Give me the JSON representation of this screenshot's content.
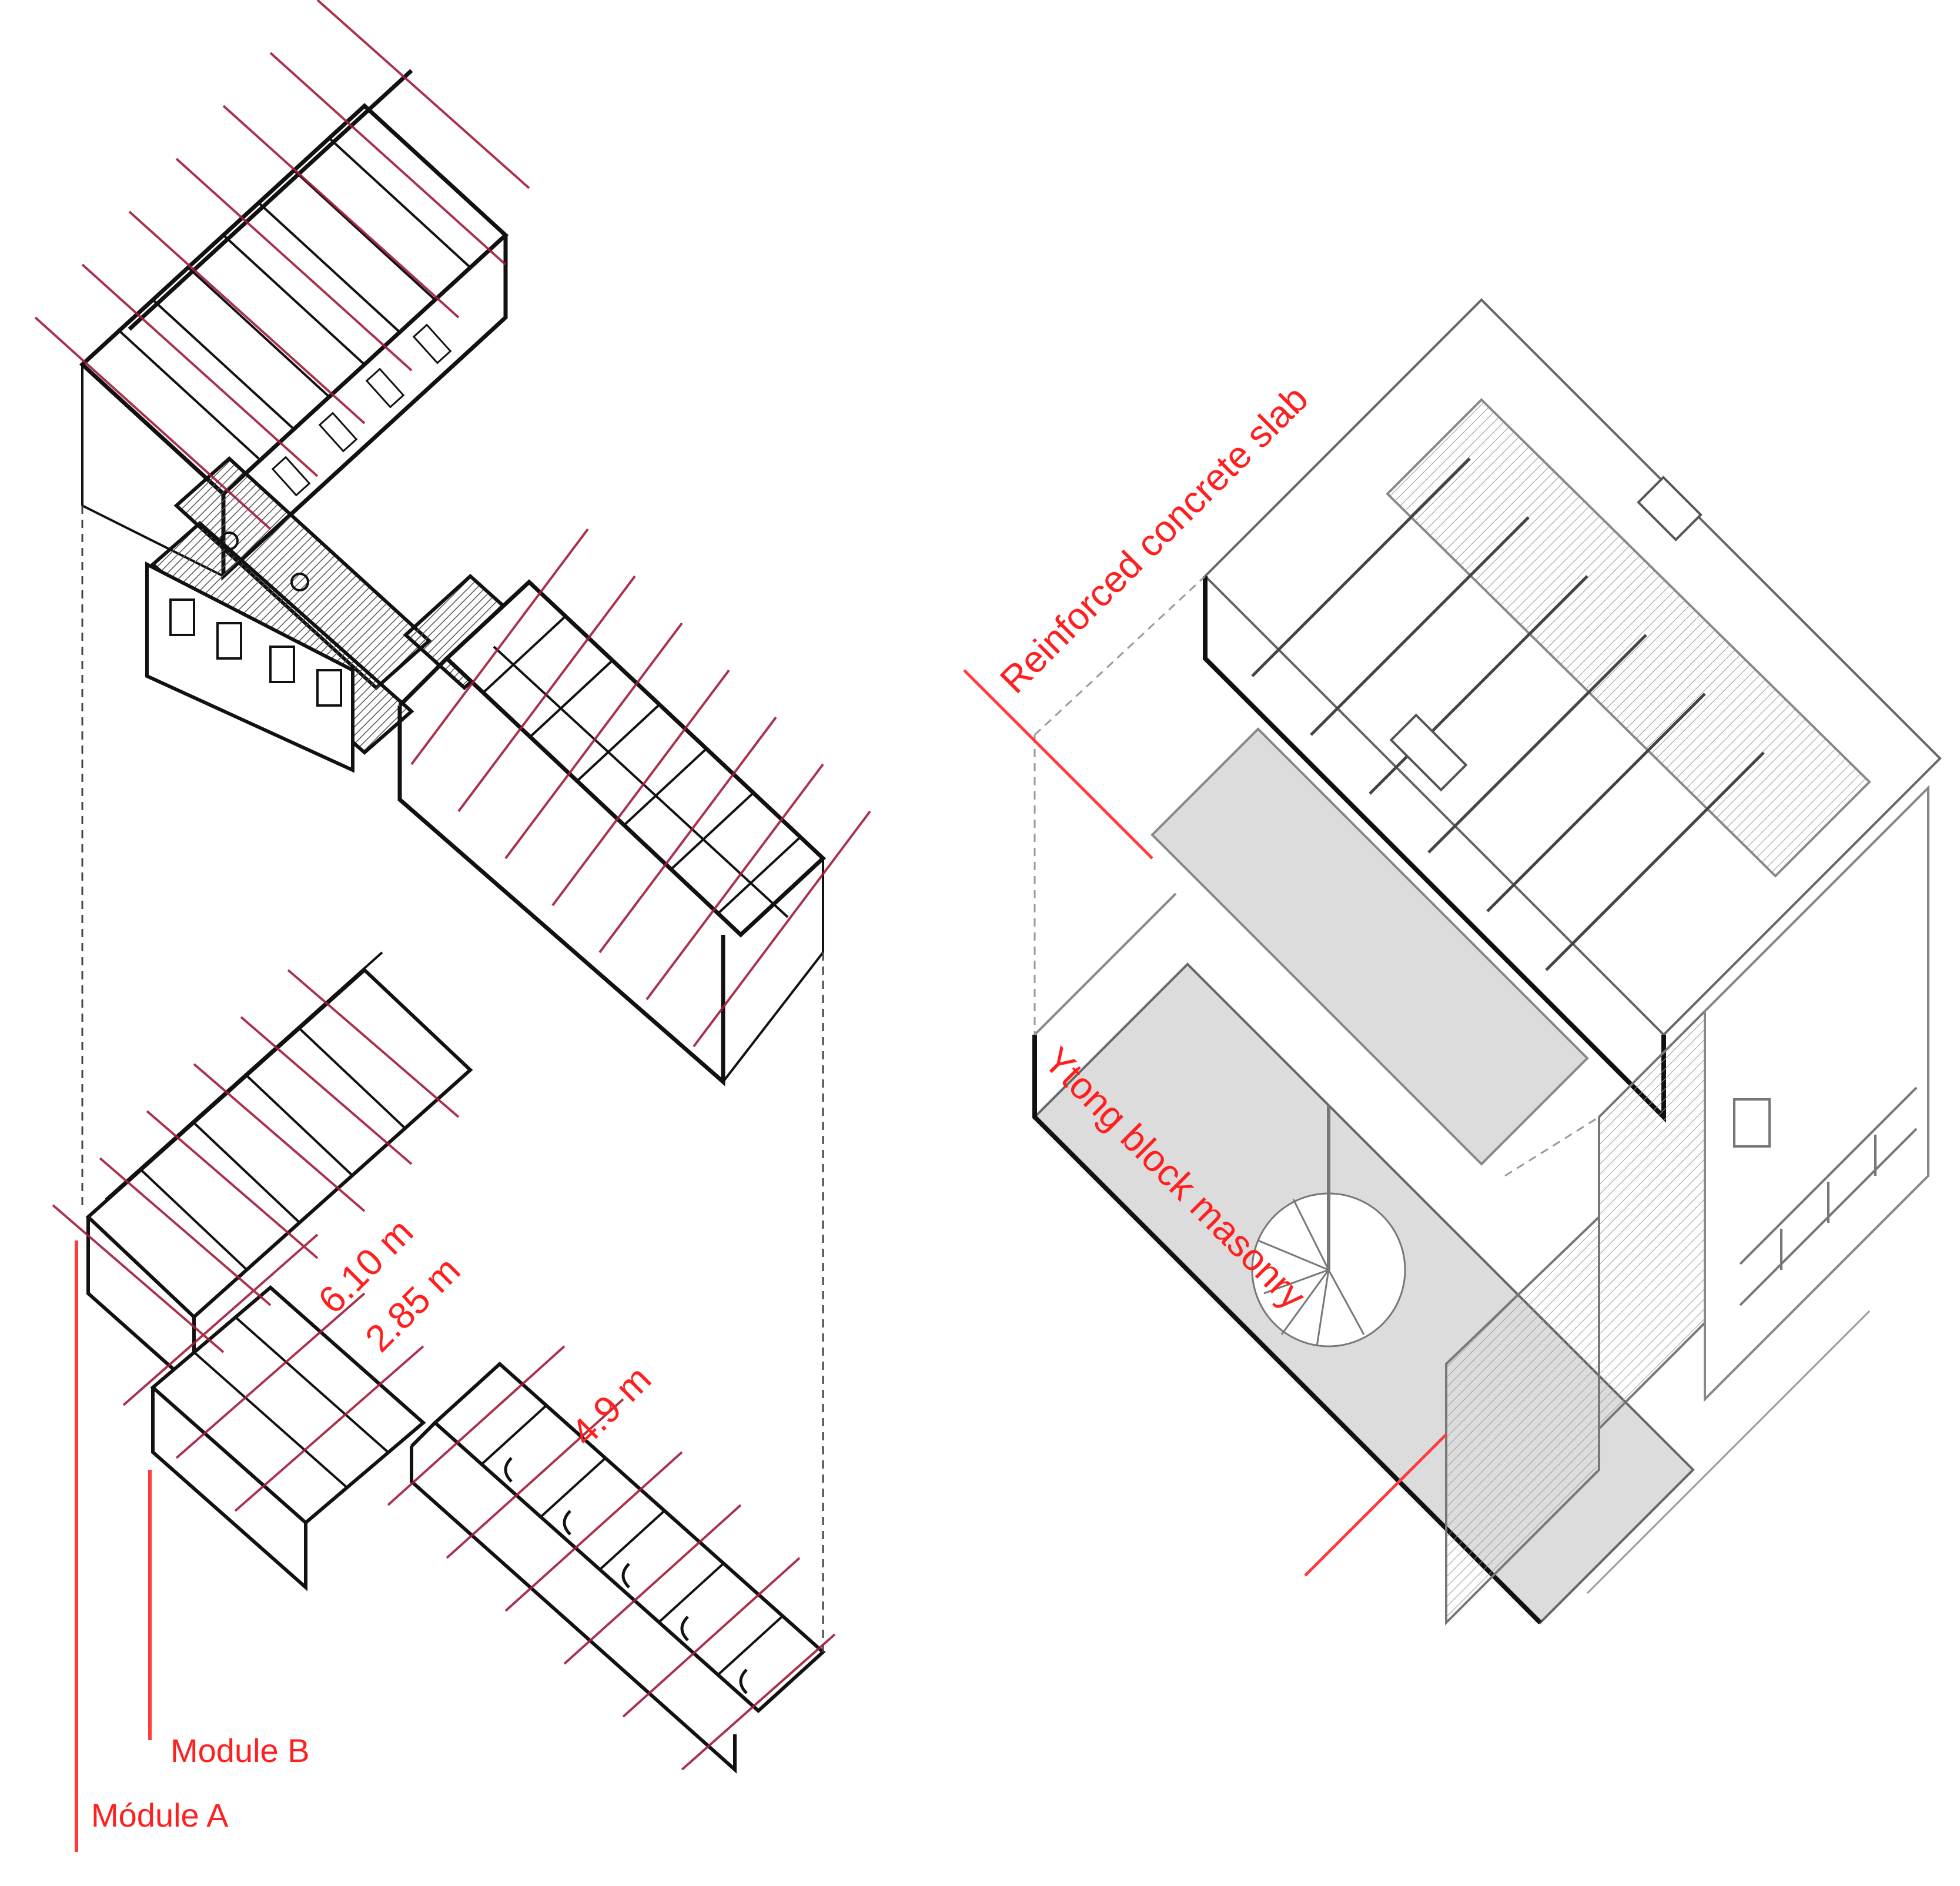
{
  "diagram": {
    "type": "architectural-axonometric",
    "accent_color": "#ff1f1f",
    "grid_line_color": "#a01c3a",
    "ink_color": "#111111",
    "floor_fill": "#dcdcdc",
    "left_figure": {
      "description": "Exploded axonometric of dwelling rows with modular grid",
      "labels": {
        "module_a": "Módule A",
        "module_b": "Module B",
        "dim_1": "6.10 m",
        "dim_2": "2.85 m",
        "dim_3": "4.9 m"
      }
    },
    "right_figure": {
      "description": "Exploded axonometric of single house showing structure",
      "labels": {
        "slab": "Reinforced concrete slab",
        "masonry": "Ytong block masonry"
      }
    }
  }
}
